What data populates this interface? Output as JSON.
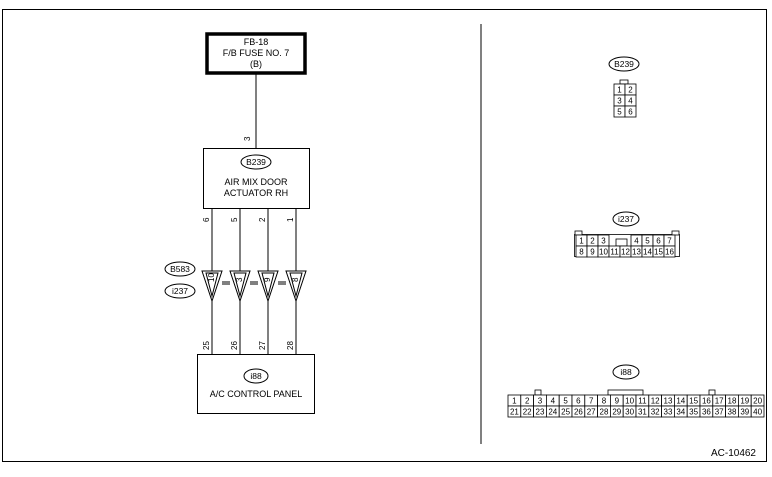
{
  "fuse": {
    "line1": "FB-18",
    "line2": "F/B FUSE NO. 7",
    "line3": "(B)"
  },
  "actuator": {
    "connector": "B239",
    "line1": "AIR MIX DOOR",
    "line2": "ACTUATOR RH"
  },
  "panel": {
    "connector": "i88",
    "label": "A/C CONTROL PANEL"
  },
  "supply_wire": "3",
  "wires": [
    {
      "top": "6",
      "bottom": "25",
      "pin": "10"
    },
    {
      "top": "5",
      "bottom": "26",
      "pin": "3"
    },
    {
      "top": "2",
      "bottom": "27",
      "pin": "9"
    },
    {
      "top": "1",
      "bottom": "28",
      "pin": "8"
    }
  ],
  "junction_connectors": {
    "upper": "B583",
    "lower": "i237"
  },
  "connector_views": {
    "b239": {
      "label": "B239",
      "rows": [
        [
          "1",
          "2"
        ],
        [
          "3",
          "4"
        ],
        [
          "5",
          "6"
        ]
      ]
    },
    "i237": {
      "label": "i237",
      "row1_left": [
        "1",
        "2",
        "3"
      ],
      "row1_right": [
        "4",
        "5",
        "6",
        "7"
      ],
      "row2": [
        "8",
        "9",
        "10",
        "11",
        "12",
        "13",
        "14",
        "15",
        "16"
      ]
    },
    "i88": {
      "label": "i88",
      "row1": [
        "1",
        "2",
        "3",
        "4",
        "5",
        "6",
        "7",
        "8",
        "9",
        "10",
        "11",
        "12",
        "13",
        "14",
        "15",
        "16",
        "17",
        "18",
        "19",
        "20"
      ],
      "row2": [
        "21",
        "22",
        "23",
        "24",
        "25",
        "26",
        "27",
        "28",
        "29",
        "30",
        "31",
        "32",
        "33",
        "34",
        "35",
        "36",
        "37",
        "38",
        "39",
        "40"
      ]
    }
  },
  "reference": "AC-10462"
}
